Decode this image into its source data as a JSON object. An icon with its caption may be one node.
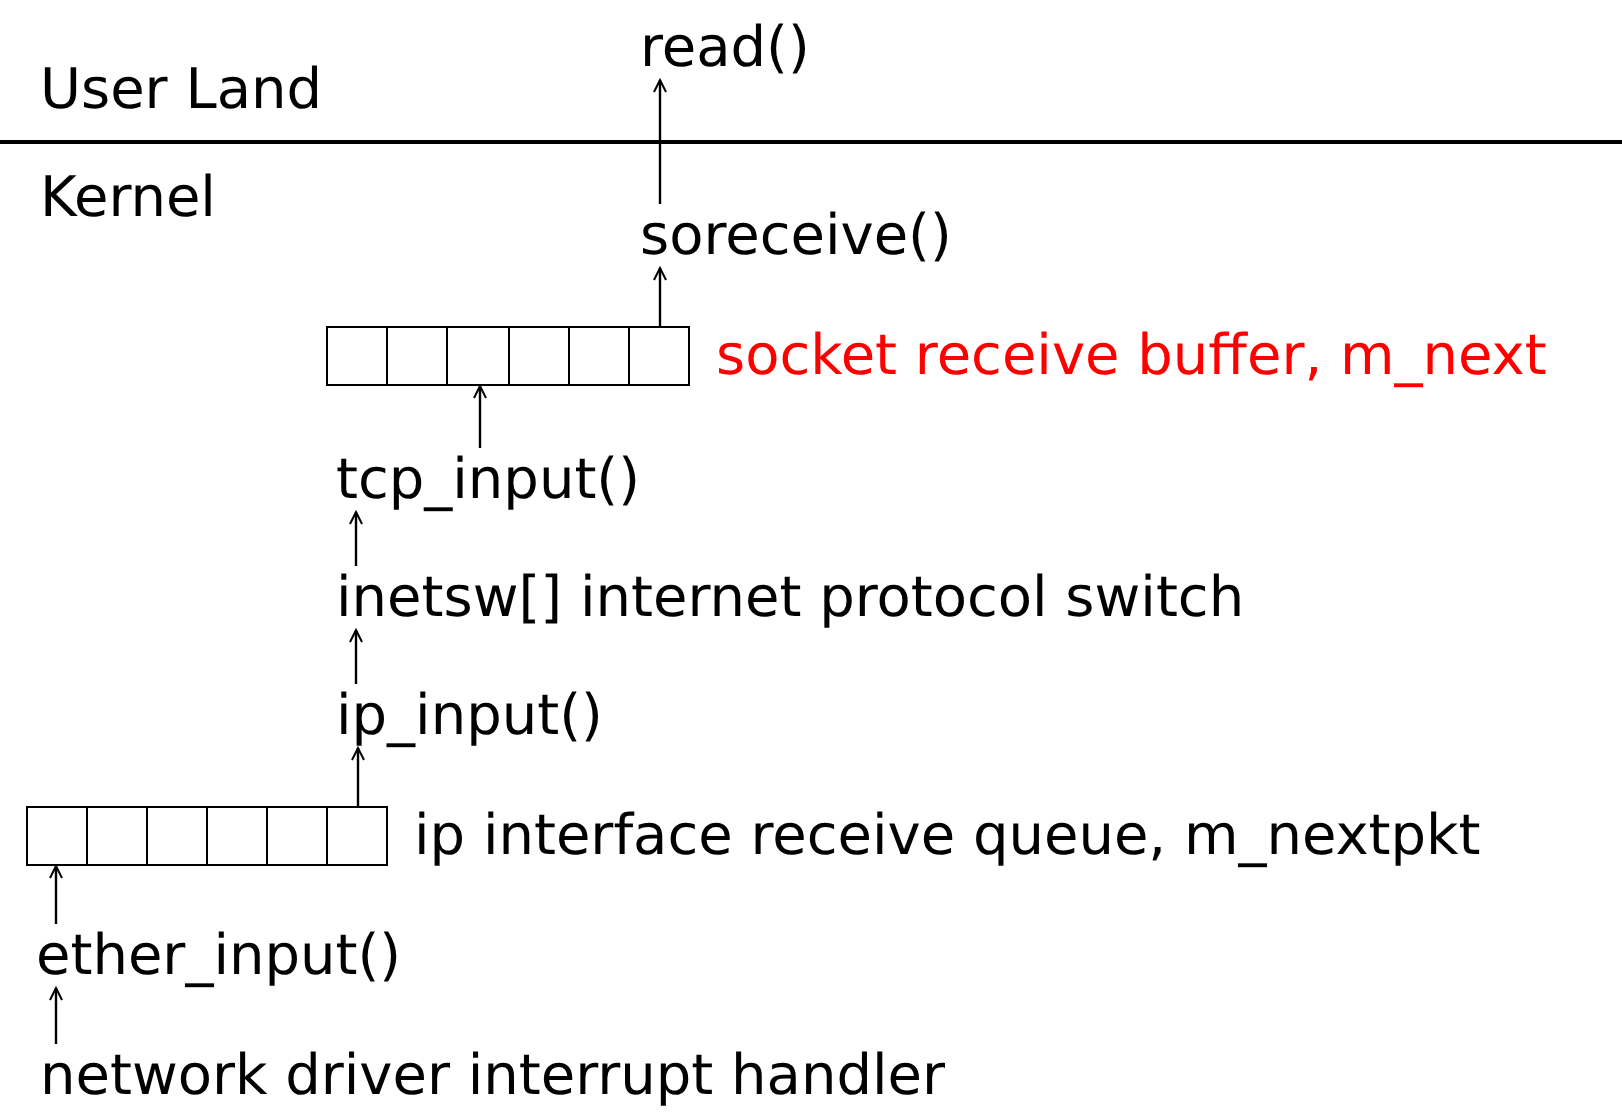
{
  "diagram": {
    "nodes": [
      {
        "text": [
          "read()"
        ]
      },
      {
        "text": [
          "soreceive()"
        ]
      },
      {
        "text": [],
        "shape": "box",
        "beside": [
          "socket receive buffer, m_next"
        ]
      },
      {
        "text": [
          "tcp_input()"
        ]
      },
      {
        "text": [
          "inetsw[] internet protocol switch"
        ]
      },
      {
        "text": [
          "ip_input()"
        ]
      },
      {
        "text": [],
        "shape": "box",
        "beside": [
          "ip interface receive queue, m_nextpkt"
        ]
      },
      {
        "text": [
          "ether_input()"
        ]
      },
      {
        "text": [
          "network driver interrupt handler"
        ]
      }
    ],
    "edges": [
      {
        "from": 1,
        "to": 0,
        "arrow": "to"
      },
      {
        "from": 2,
        "to": 1,
        "arrow": "to"
      },
      {
        "from": 3,
        "to": 2,
        "arrow": "to"
      },
      {
        "from": 4,
        "to": 3,
        "arrow": "to"
      },
      {
        "from": 5,
        "to": 4,
        "arrow": "to"
      },
      {
        "from": 6,
        "to": 5,
        "arrow": "to"
      },
      {
        "from": 7,
        "to": 6,
        "arrow": "to"
      },
      {
        "from": 8,
        "to": 7,
        "arrow": "to"
      }
    ],
    "labels": [
      "User Land",
      "Kernel"
    ]
  }
}
